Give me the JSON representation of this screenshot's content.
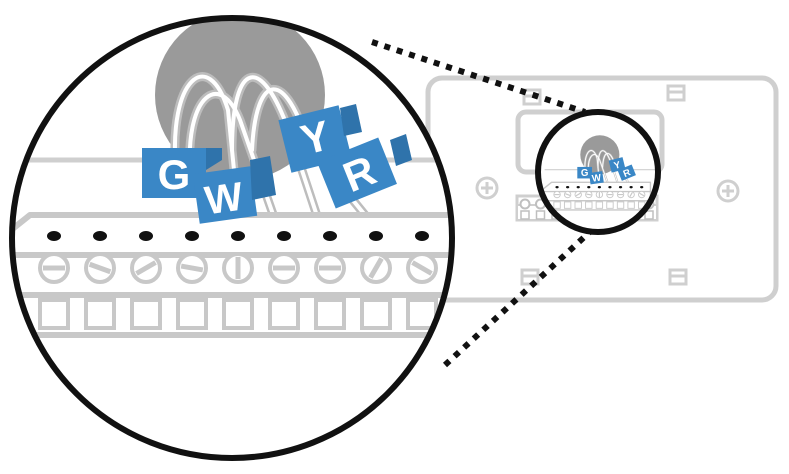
{
  "colors": {
    "outline": "#111111",
    "plate": "#cfcfcf",
    "hole": "#9a9a9a",
    "wire": "#c4c4c4",
    "tag": "#3a87c6",
    "tag_text": "#ffffff"
  },
  "terminal_count": 9,
  "labels": {
    "G": "G",
    "W": "W",
    "Y": "Y",
    "R": "R"
  },
  "icons": {
    "mounting_screw": "phillips-screw-icon",
    "terminal_screw": "slotted-screw-icon"
  }
}
